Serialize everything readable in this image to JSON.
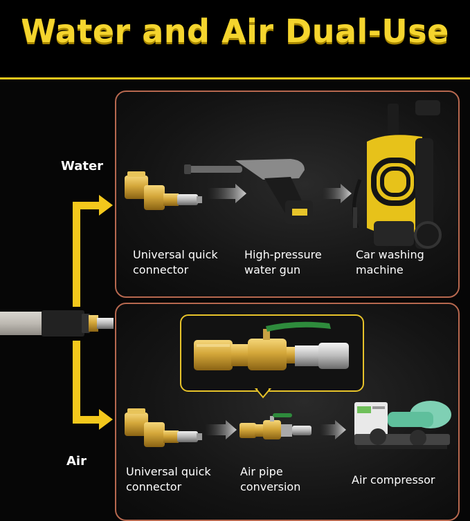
{
  "header": {
    "title": "Water and Air Dual-Use"
  },
  "water": {
    "side_label": "Water",
    "items": [
      {
        "label": "Universal quick\nconnector"
      },
      {
        "label": "High-pressure\nwater gun"
      },
      {
        "label": "Car washing\nmachine"
      }
    ]
  },
  "air": {
    "side_label": "Air",
    "items": [
      {
        "label": "Universal quick\nconnector"
      },
      {
        "label": "Air pipe\nconversion"
      },
      {
        "label": "Air compressor"
      }
    ]
  },
  "colors": {
    "accent_yellow": "#f3c81c",
    "panel_border": "#b7684f",
    "brass": "#d4a73a",
    "valve_green": "#2e8b3c"
  }
}
